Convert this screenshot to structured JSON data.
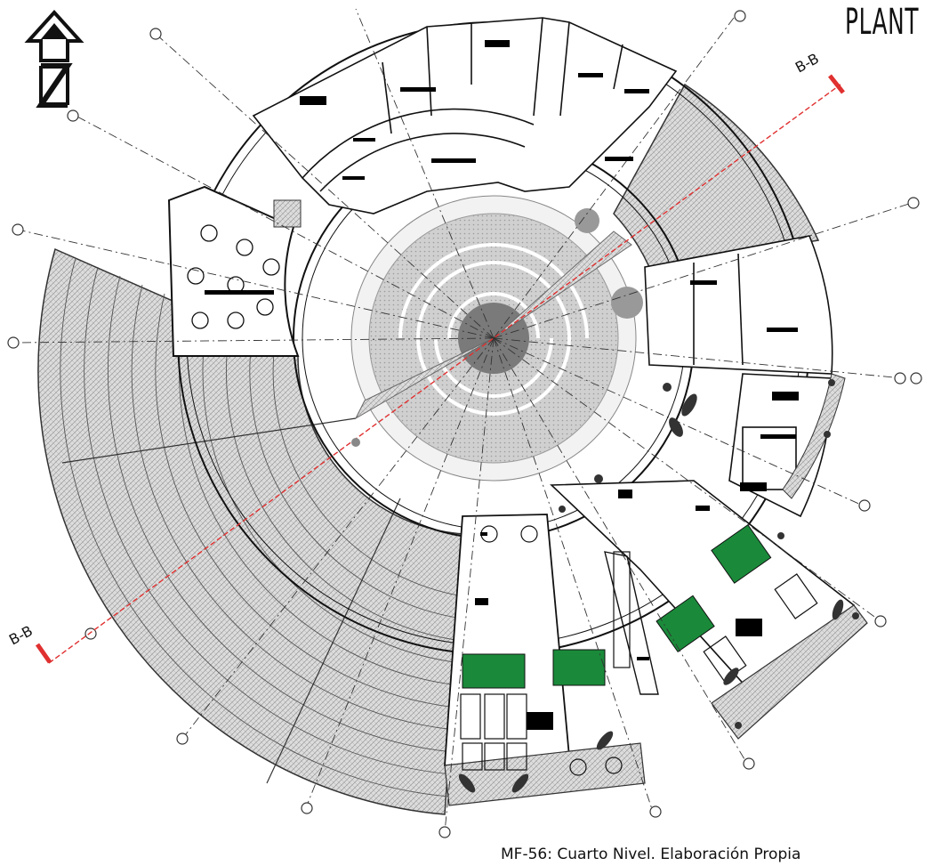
{
  "header": {
    "title_text": "PLANT"
  },
  "north_arrow": {
    "letter": "N",
    "icon": "north-arrow-icon"
  },
  "section": {
    "start_label": "B-B",
    "end_label": "B-B",
    "line_color": "#e03030"
  },
  "footer": {
    "caption": "MF-56: Cuarto Nivel. Elaboración Propia"
  },
  "legend_colors": {
    "hatch": "#c8c8c8",
    "void": "#d6d6d6",
    "planter": "#1a8a3a",
    "wall": "#111111"
  }
}
